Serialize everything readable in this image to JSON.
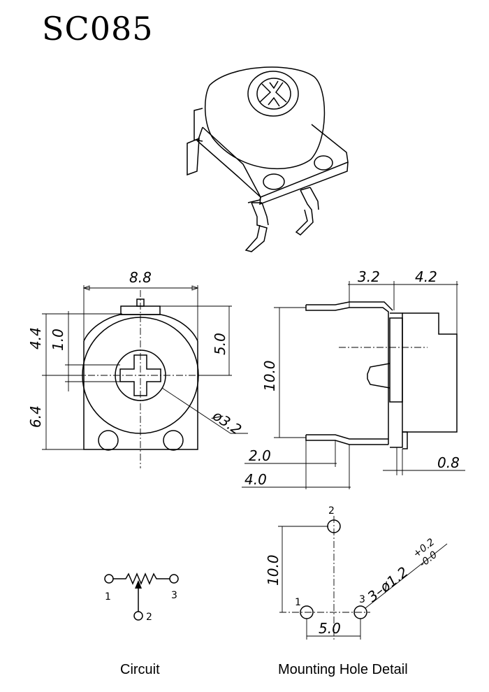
{
  "title": "SC085",
  "front_view": {
    "width_dim": "8.8",
    "top_dim": "4.4",
    "slot_dim": "1.0",
    "right_dim": "5.0",
    "lower_dim": "6.4",
    "hole_dim": "ø3.2"
  },
  "side_view": {
    "top_left_dim": "3.2",
    "top_right_dim": "4.2",
    "height_dim": "10.0",
    "pin_dim_a": "2.0",
    "pin_dim_b": "4.0",
    "thick_dim": "0.8"
  },
  "circuit": {
    "caption": "Circuit",
    "pin1": "1",
    "pin2": "2",
    "pin3": "3"
  },
  "mounting": {
    "caption": "Mounting Hole Detail",
    "height_dim": "10.0",
    "spacing_dim": "5.0",
    "hole_callout": "3–ø1.2",
    "tol_plus": "+0.2",
    "tol_minus": "-0.0",
    "pin1": "1",
    "pin2": "2",
    "pin3": "3"
  }
}
